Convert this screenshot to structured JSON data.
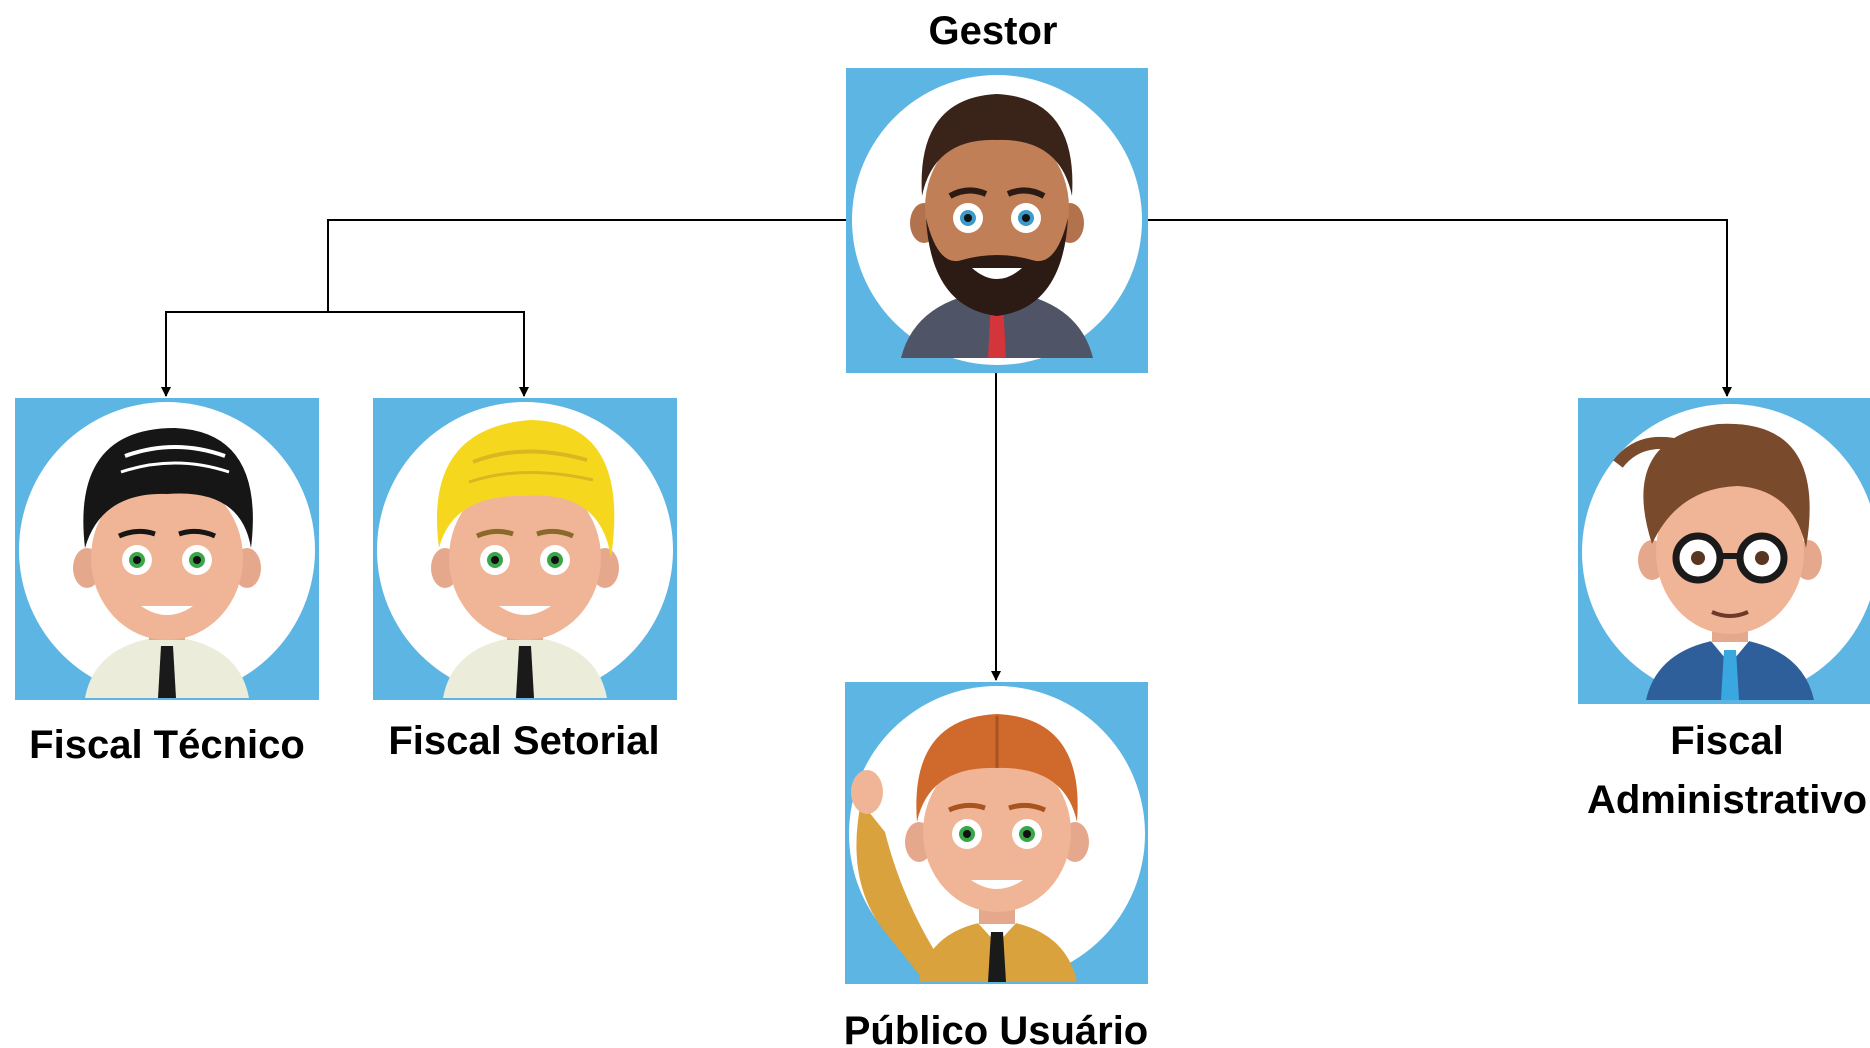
{
  "nodes": {
    "gestor": {
      "label": "Gestor"
    },
    "fiscal_tecnico": {
      "label": "Fiscal Técnico"
    },
    "fiscal_setorial": {
      "label": "Fiscal Setorial"
    },
    "publico_usuario": {
      "label": "Público Usuário"
    },
    "fiscal_administrativo": {
      "label_line1": "Fiscal",
      "label_line2": "Administrativo"
    }
  },
  "colors": {
    "tile_background": "#5db5e3",
    "connector": "#000000"
  },
  "icons": {
    "gestor": "bearded-man-avatar-icon",
    "fiscal_tecnico": "black-haired-man-avatar-icon",
    "fiscal_setorial": "blond-man-avatar-icon",
    "publico_usuario": "waving-redhead-man-avatar-icon",
    "fiscal_administrativo": "glasses-man-avatar-icon"
  }
}
